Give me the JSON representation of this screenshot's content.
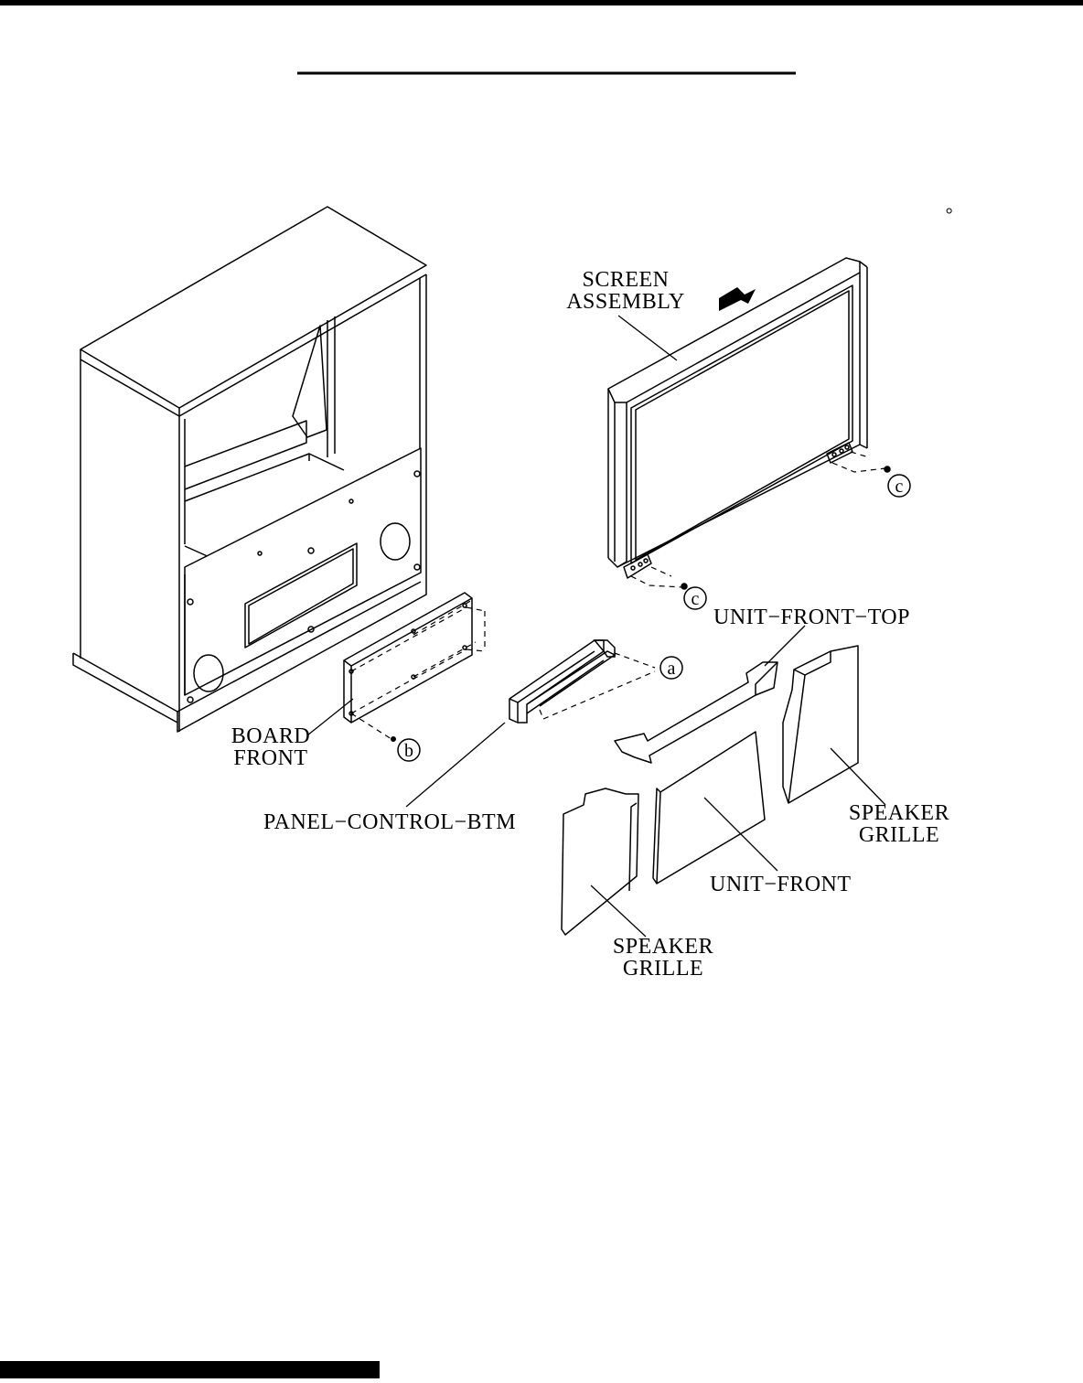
{
  "labels": {
    "screen_assembly": [
      "SCREEN",
      "ASSEMBLY"
    ],
    "unit_front_top": "UNIT−FRONT−TOP",
    "board_front": [
      "BOARD",
      "FRONT"
    ],
    "panel_control_btm": "PANEL−CONTROL−BTM",
    "speaker_grille_right": [
      "SPEAKER",
      "GRILLE"
    ],
    "unit_front": "UNIT−FRONT",
    "speaker_grille_left": [
      "SPEAKER",
      "GRILLE"
    ]
  },
  "screw_tags": {
    "a": "a",
    "b": "b",
    "c_upper": "c",
    "c_lower": "c"
  },
  "colors": {
    "ink": "#000000",
    "paper": "#ffffff"
  }
}
